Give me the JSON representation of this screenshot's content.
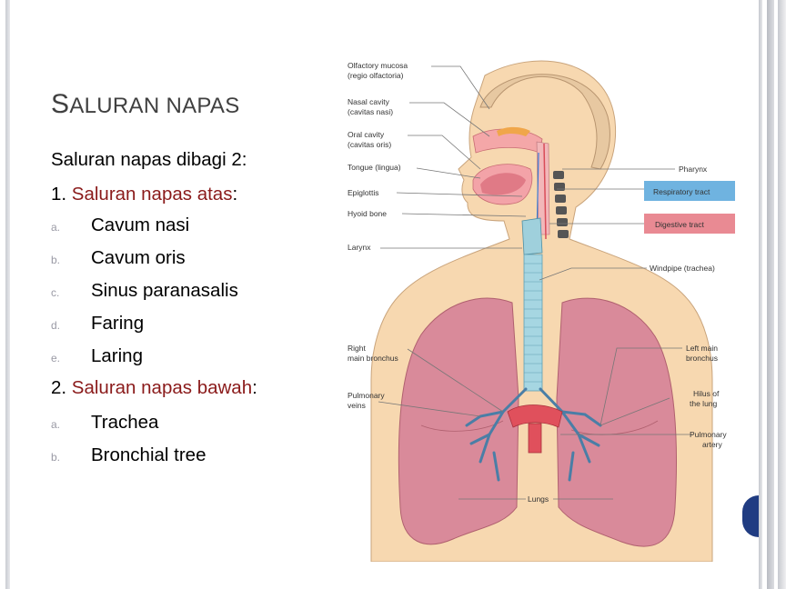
{
  "slide": {
    "title_first": "S",
    "title_rest": "ALURAN NAPAS",
    "intro": "Saluran napas dibagi 2:",
    "section1": {
      "number": "1. ",
      "label": "Saluran napas atas",
      "colon": ":",
      "items": [
        {
          "letter": "a.",
          "text": "Cavum nasi"
        },
        {
          "letter": "b.",
          "text": "Cavum oris"
        },
        {
          "letter": "c.",
          "text": "Sinus paranasalis"
        },
        {
          "letter": "d.",
          "text": "Faring"
        },
        {
          "letter": "e.",
          "text": "Laring"
        }
      ]
    },
    "section2": {
      "number": "2. ",
      "label": "Saluran napas bawah",
      "colon": ":",
      "items": [
        {
          "letter": "a.",
          "text": "Trachea"
        },
        {
          "letter": "b.",
          "text": "Bronchial tree"
        }
      ]
    }
  },
  "diagram": {
    "labels_left": {
      "olfactory_1": "Olfactory mucosa",
      "olfactory_2": "(regio olfactoria)",
      "nasal_1": "Nasal cavity",
      "nasal_2": "(cavitas nasi)",
      "oral_1": "Oral cavity",
      "oral_2": "(cavitas oris)",
      "tongue": "Tongue (lingua)",
      "epiglottis": "Epiglottis",
      "hyoid": "Hyoid bone",
      "larynx": "Larynx",
      "right_bronchus_1": "Right",
      "right_bronchus_2": "main bronchus",
      "pulm_veins_1": "Pulmonary",
      "pulm_veins_2": "veins"
    },
    "labels_right": {
      "pharynx": "Pharynx",
      "respiratory": "Respiratory tract",
      "digestive": "Digestive tract",
      "windpipe": "Windpipe (trachea)",
      "left_bronchus_1": "Left main",
      "left_bronchus_2": "bronchus",
      "hilus_1": "Hilus of",
      "hilus_2": "the lung",
      "pulm_artery_1": "Pulmonary",
      "pulm_artery_2": "artery"
    },
    "lungs": "Lungs"
  },
  "colors": {
    "title": "#404040",
    "accent_red": "#8a1a1a",
    "letter_grey": "#9a9aa5",
    "respiratory_box": "#6fb3e0",
    "digestive_box": "#e98a93",
    "skin": "#f7d8b0",
    "lung": "#d98a9a",
    "nav_button": "#203c82"
  }
}
